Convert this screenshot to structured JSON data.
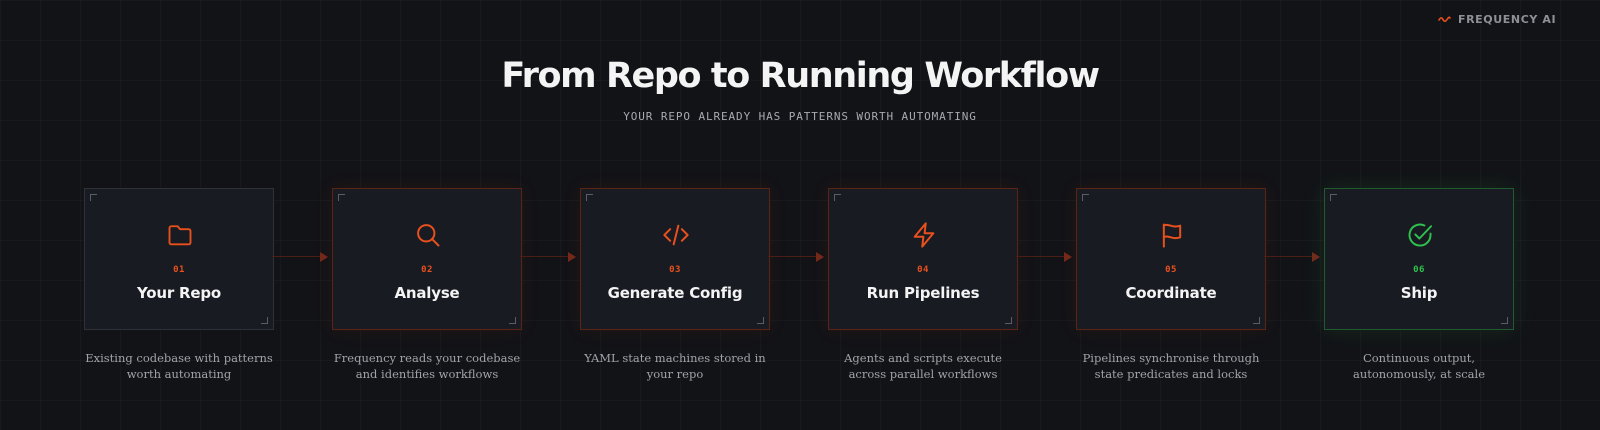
{
  "brand": {
    "icon": "wave-icon",
    "label": "FREQUENCY AI"
  },
  "header": {
    "title": "From Repo to Running Workflow",
    "subtitle": "YOUR REPO ALREADY HAS PATTERNS WORTH AUTOMATING"
  },
  "colors": {
    "background": "#121317",
    "accent": "#e8501d",
    "success": "#2ec04c",
    "text": "#f4f4f4",
    "muted": "#a2a3a9"
  },
  "steps": [
    {
      "number": "01",
      "title": "Your Repo",
      "icon": "folder-icon",
      "description": "Existing codebase with patterns worth automating"
    },
    {
      "number": "02",
      "title": "Analyse",
      "icon": "search-icon",
      "description": "Frequency reads your codebase and identifies workflows"
    },
    {
      "number": "03",
      "title": "Generate Config",
      "icon": "code-icon",
      "description": "YAML state machines stored in your repo"
    },
    {
      "number": "04",
      "title": "Run Pipelines",
      "icon": "lightning-icon",
      "description": "Agents and scripts execute across parallel workflows"
    },
    {
      "number": "05",
      "title": "Coordinate",
      "icon": "flag-icon",
      "description": "Pipelines synchronise through state predicates and locks"
    },
    {
      "number": "06",
      "title": "Ship",
      "icon": "check-circle-icon",
      "description": "Continuous output, autonomously, at scale"
    }
  ]
}
